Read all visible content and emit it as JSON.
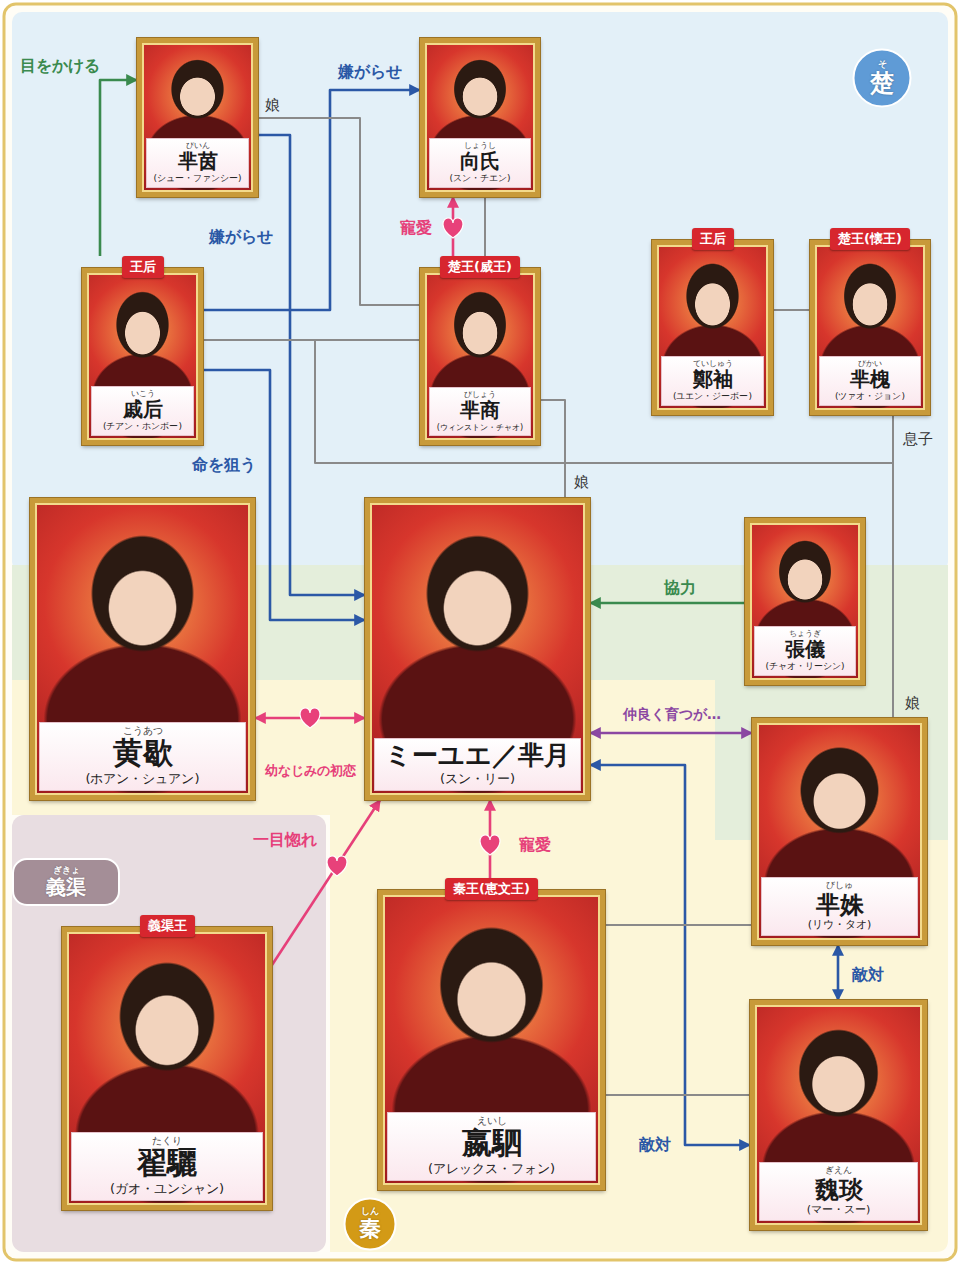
{
  "diagram": {
    "nodes": [
      {
        "text": [
          "びいん",
          "芈茵",
          "(シュー・ファンシー)"
        ]
      },
      {
        "text": [
          "しょうし",
          "向氏",
          "(スン・チエン)"
        ]
      },
      {
        "text": [
          "そ",
          "楚"
        ]
      },
      {
        "text": [
          "王后",
          "いこう",
          "戚后",
          "(チアン・ホンボー)"
        ]
      },
      {
        "text": [
          "楚王(威王)",
          "びしょう",
          "芈商",
          "(ウィンストン・チャオ)"
        ]
      },
      {
        "text": [
          "王后",
          "ていしゅう",
          "鄭袖",
          "(ユエン・ジーボー)"
        ]
      },
      {
        "text": [
          "楚王(懐王)",
          "びかい",
          "芈槐",
          "(ツァオ・ジョン)"
        ]
      },
      {
        "text": [
          "こうあつ",
          "黄歇",
          "(ホアン・シュアン)"
        ]
      },
      {
        "text": [
          "ミーユエ／芈月",
          "(スン・リー)"
        ]
      },
      {
        "text": [
          "ちょうぎ",
          "張儀",
          "(チャオ・リーシン)"
        ]
      },
      {
        "text": [
          "びしゅ",
          "芈姝",
          "(リウ・タオ)"
        ]
      },
      {
        "text": [
          "ぎきょ",
          "義渠"
        ]
      },
      {
        "text": [
          "義渠王",
          "たくり",
          "翟驪",
          "(ガオ・ユンシャン)"
        ]
      },
      {
        "text": [
          "秦王(恵文王)",
          "えいし",
          "嬴駟",
          "(アレックス・フォン)"
        ]
      },
      {
        "text": [
          "ぎえん",
          "魏琰",
          "(マー・スー)"
        ]
      },
      {
        "text": [
          "しん",
          "秦"
        ]
      }
    ],
    "edges": [
      {
        "from": 3,
        "to": 0,
        "arrow": "to",
        "label": "目をかける"
      },
      {
        "from": 3,
        "to": 1,
        "arrow": "to",
        "label": "嫌がらせ"
      },
      {
        "from": 0,
        "to": 8,
        "arrow": "to",
        "label": "嫌がらせ"
      },
      {
        "from": 3,
        "to": 8,
        "arrow": "to",
        "label": "命を狙う"
      },
      {
        "from": 4,
        "to": 1,
        "arrow": "to",
        "label": "寵愛"
      },
      {
        "from": 1,
        "to": 4,
        "arrow": "none"
      },
      {
        "from": 4,
        "to": 0,
        "arrow": "none",
        "label": "娘"
      },
      {
        "from": 3,
        "to": 4,
        "arrow": "none"
      },
      {
        "from": 4,
        "to": 8,
        "arrow": "none",
        "label": "娘"
      },
      {
        "from": 3,
        "to": 6,
        "arrow": "none",
        "label": "息子"
      },
      {
        "from": 5,
        "to": 6,
        "arrow": "none"
      },
      {
        "from": 6,
        "to": 10,
        "arrow": "none",
        "label": "娘"
      },
      {
        "from": 9,
        "to": 8,
        "arrow": "to",
        "label": "協力"
      },
      {
        "from": 7,
        "to": 8,
        "arrow": "both",
        "label": "幼なじみの初恋"
      },
      {
        "from": 8,
        "to": 10,
        "arrow": "both",
        "label": "仲良く育つが…"
      },
      {
        "from": 12,
        "to": 8,
        "arrow": "to",
        "label": "一目惚れ"
      },
      {
        "from": 13,
        "to": 8,
        "arrow": "to",
        "label": "寵愛"
      },
      {
        "from": 10,
        "to": 14,
        "arrow": "both",
        "label": "敵対"
      },
      {
        "from": 8,
        "to": 14,
        "arrow": "both",
        "label": "敵対"
      },
      {
        "from": 13,
        "to": 10,
        "arrow": "none"
      },
      {
        "from": 13,
        "to": 14,
        "arrow": "none"
      }
    ]
  }
}
